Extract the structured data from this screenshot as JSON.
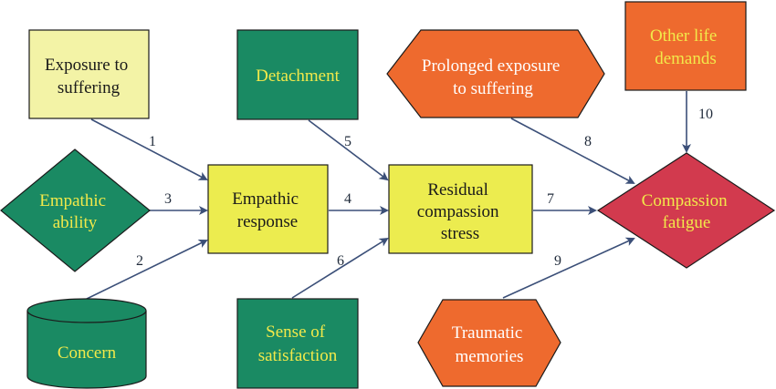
{
  "colors": {
    "pale_yellow": "#f3f3a6",
    "bright_yellow": "#ecec4f",
    "green": "#1a8a63",
    "green_text": "#f2e94a",
    "orange": "#ee6a2e",
    "orange_text": "#ffffff",
    "crimson": "#d23a4e",
    "crimson_text": "#f2e94a",
    "arrow": "#3b4f78",
    "stroke": "#1a1a1a"
  },
  "nodes": {
    "exposure": {
      "line1": "Exposure to",
      "line2": "suffering"
    },
    "detachment": {
      "line1": "Detachment"
    },
    "prolonged": {
      "line1": "Prolonged exposure",
      "line2": "to suffering"
    },
    "other_demands": {
      "line1": "Other life",
      "line2": "demands"
    },
    "empathic_ability": {
      "line1": "Empathic",
      "line2": "ability"
    },
    "empathic_response": {
      "line1": "Empathic",
      "line2": "response"
    },
    "residual_stress": {
      "line1": "Residual",
      "line2": "compassion",
      "line3": "stress"
    },
    "compassion_fatigue": {
      "line1": "Compassion",
      "line2": "fatigue"
    },
    "concern": {
      "line1": "Concern"
    },
    "satisfaction": {
      "line1": "Sense of",
      "line2": "satisfaction"
    },
    "traumatic": {
      "line1": "Traumatic",
      "line2": "memories"
    }
  },
  "edges": {
    "e1": "1",
    "e2": "2",
    "e3": "3",
    "e4": "4",
    "e5": "5",
    "e6": "6",
    "e7": "7",
    "e8": "8",
    "e9": "9",
    "e10": "10"
  }
}
